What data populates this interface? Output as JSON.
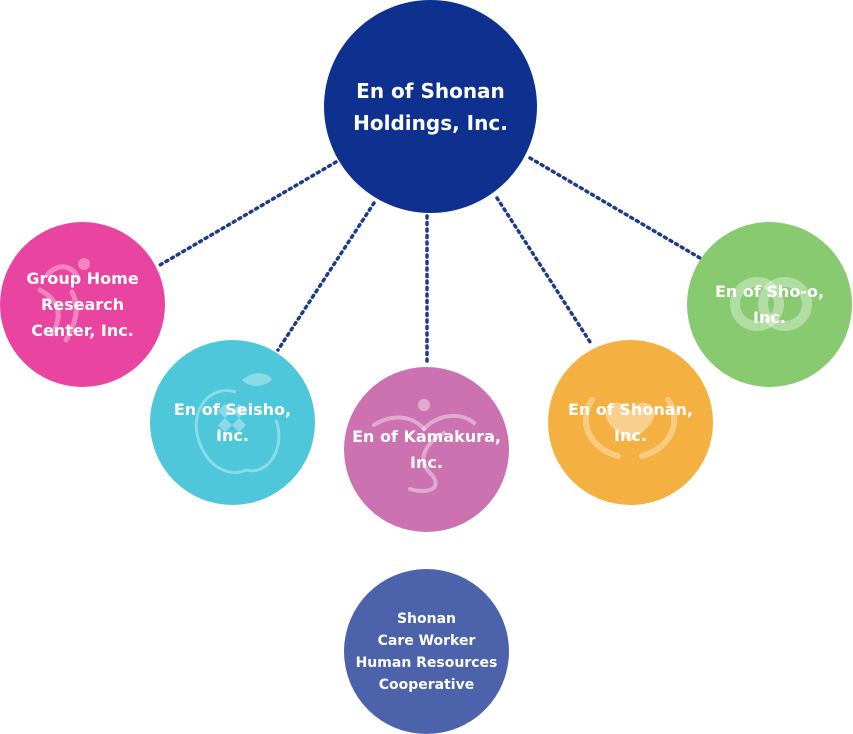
{
  "colors": {
    "holdings": "#0e3190",
    "research": "#e9449f",
    "seisho": "#4ec7da",
    "kamakura": "#cc72b0",
    "shonan": "#f4b041",
    "shoo": "#87ca70",
    "cooperative": "#4c62ab",
    "connector": "#1e3a8a"
  },
  "nodes": {
    "holdings": {
      "label": "En of Shonan\nHoldings, Inc.",
      "icon": "none"
    },
    "research": {
      "label": "Group Home\nResearch\nCenter, Inc.",
      "icon": "figure-logo-icon"
    },
    "seisho": {
      "label": "En of Seisho,\nInc.",
      "icon": "apple-logo-icon"
    },
    "kamakura": {
      "label": "En of Kamakura,\nInc.",
      "icon": "swirl-figure-logo-icon"
    },
    "shonan": {
      "label": "En of Shonan,\nInc.",
      "icon": "heart-hands-logo-icon"
    },
    "shoo": {
      "label": "En of Sho-o,\nInc.",
      "icon": "double-ring-logo-icon"
    },
    "cooperative": {
      "label": "Shonan\nCare Worker\nHuman Resources\nCooperative",
      "icon": "none"
    }
  },
  "connections": [
    {
      "from": "holdings",
      "to": "research",
      "style": "dotted"
    },
    {
      "from": "holdings",
      "to": "seisho",
      "style": "dotted"
    },
    {
      "from": "holdings",
      "to": "kamakura",
      "style": "dotted"
    },
    {
      "from": "holdings",
      "to": "shonan",
      "style": "dotted"
    },
    {
      "from": "holdings",
      "to": "shoo",
      "style": "dotted"
    }
  ]
}
